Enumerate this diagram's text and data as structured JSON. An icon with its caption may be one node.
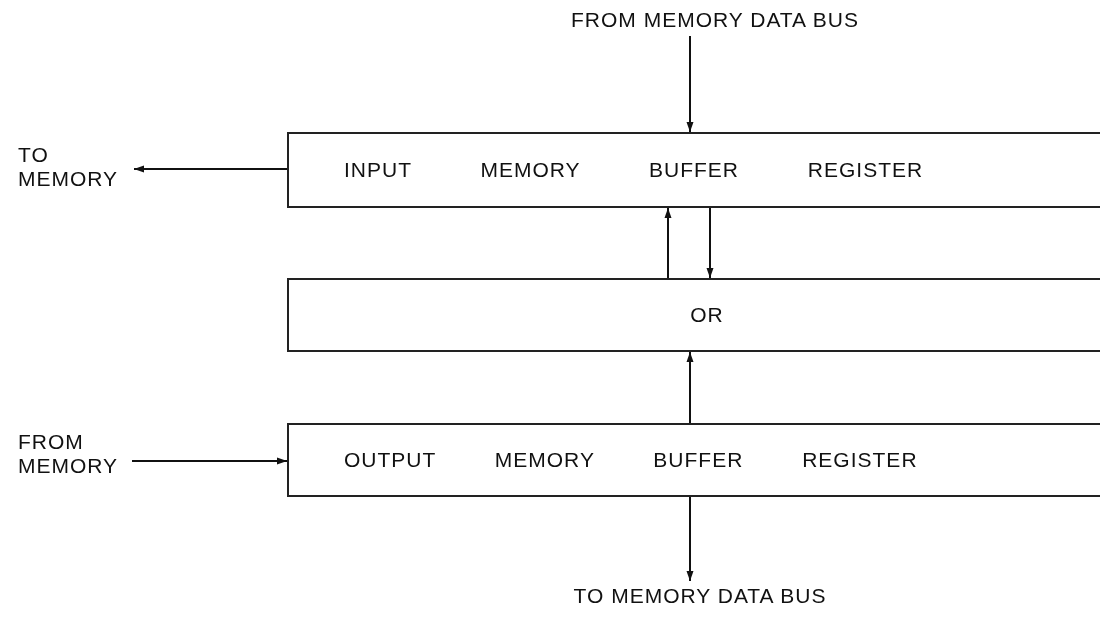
{
  "diagram": {
    "nodes": [
      {
        "text": [
          "FROM MEMORY DATA BUS"
        ]
      },
      {
        "text": [
          "INPUT MEMORY BUFFER REGISTER"
        ]
      },
      {
        "text": [
          "TO MEMORY"
        ]
      },
      {
        "text": [
          "OR"
        ]
      },
      {
        "text": [
          "FROM MEMORY"
        ]
      },
      {
        "text": [
          "OUTPUT MEMORY BUFFER REGISTER"
        ]
      },
      {
        "text": [
          "TO MEMORY DATA BUS"
        ]
      }
    ],
    "edges": [
      {
        "from": 0,
        "to": 1,
        "arrow": "to"
      },
      {
        "from": 1,
        "to": 2,
        "arrow": "to"
      },
      {
        "from": 3,
        "to": 1,
        "arrow": "to"
      },
      {
        "from": 1,
        "to": 3,
        "arrow": "to"
      },
      {
        "from": 4,
        "to": 5,
        "arrow": "to"
      },
      {
        "from": 5,
        "to": 3,
        "arrow": "to"
      },
      {
        "from": 5,
        "to": 6,
        "arrow": "to"
      }
    ]
  }
}
